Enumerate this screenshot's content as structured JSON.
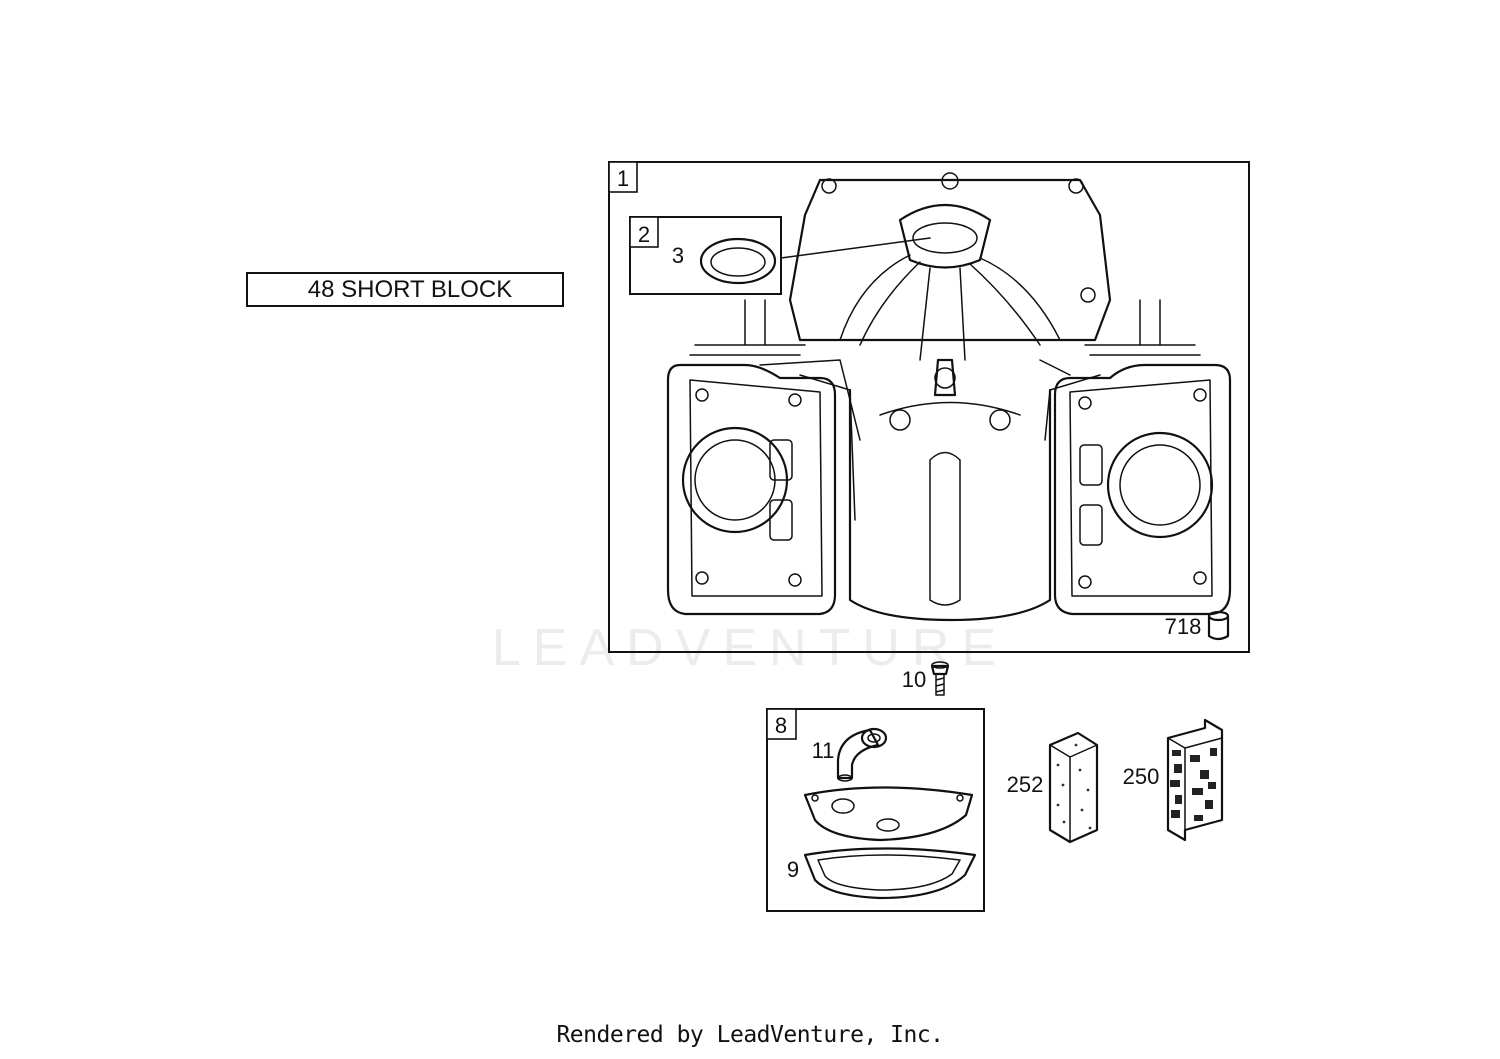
{
  "assembly_title": "48 SHORT BLOCK",
  "watermark": "LEADVENTURE",
  "footer_text": "Rendered by LeadVenture, Inc.",
  "callouts": {
    "c1": "1",
    "c2": "2",
    "c3": "3",
    "c718": "718",
    "c10": "10",
    "c8": "8",
    "c11": "11",
    "c9": "9",
    "c252": "252",
    "c250": "250"
  }
}
